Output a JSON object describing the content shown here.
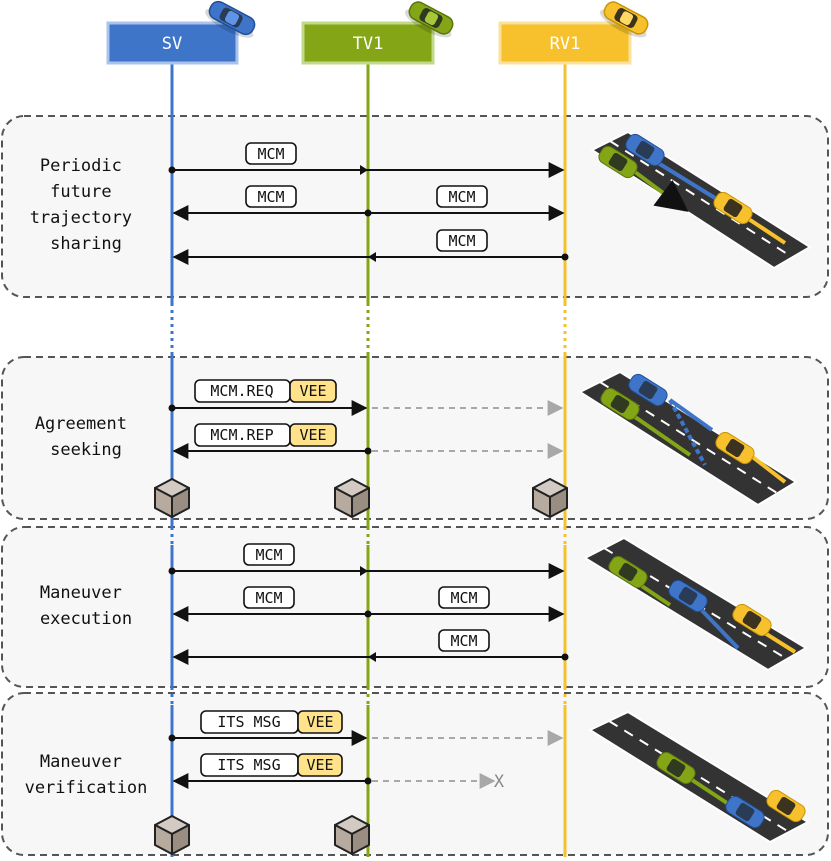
{
  "actors": [
    {
      "id": "sv",
      "label": "SV",
      "color": "#3f75c9"
    },
    {
      "id": "tv1",
      "label": "TV1",
      "color": "#84a516"
    },
    {
      "id": "rv1",
      "label": "RV1",
      "color": "#f6c12c"
    }
  ],
  "colors": {
    "vee_fill": "#ffe28a",
    "phase_border": "#555555",
    "phase_fill": "#f7f7f7",
    "failed_arrow": "#a8a8a8",
    "road": "#333333",
    "cube": "#b7aba0"
  },
  "phases": [
    {
      "name": "periodic-sharing",
      "label_lines": [
        "Periodic",
        "future",
        "trajectory",
        "sharing"
      ],
      "messages": [
        {
          "from": "sv",
          "to": "rv1",
          "label": "MCM",
          "vee": false
        },
        {
          "from": "tv1",
          "to": "sv",
          "label": "MCM",
          "vee": false
        },
        {
          "from": "tv1",
          "to": "rv1",
          "label": "MCM",
          "vee": false
        },
        {
          "from": "rv1",
          "to": "sv",
          "label": "MCM",
          "vee": false
        }
      ]
    },
    {
      "name": "agreement-seeking",
      "label_lines": [
        "Agreement",
        "seeking"
      ],
      "messages": [
        {
          "from": "sv",
          "to": "tv1",
          "label": "MCM.REQ",
          "vee": true,
          "continues_faded_to": "rv1"
        },
        {
          "from": "tv1",
          "to": "sv",
          "label": "MCM.REP",
          "vee": true,
          "continues_faded_to": "rv1"
        }
      ],
      "ledger_blocks": [
        "sv",
        "tv1",
        "rv1"
      ]
    },
    {
      "name": "maneuver-execution",
      "label_lines": [
        "Maneuver",
        "execution"
      ],
      "messages": [
        {
          "from": "sv",
          "to": "rv1",
          "label": "MCM",
          "vee": false
        },
        {
          "from": "tv1",
          "to": "sv",
          "label": "MCM",
          "vee": false
        },
        {
          "from": "tv1",
          "to": "rv1",
          "label": "MCM",
          "vee": false
        },
        {
          "from": "rv1",
          "to": "sv",
          "label": "MCM",
          "vee": false
        }
      ]
    },
    {
      "name": "maneuver-verification",
      "label_lines": [
        "Maneuver",
        "verification"
      ],
      "messages": [
        {
          "from": "sv",
          "to": "tv1",
          "label": "ITS MSG",
          "vee": true,
          "continues_faded_to": "rv1"
        },
        {
          "from": "tv1",
          "to": "sv",
          "label": "ITS MSG",
          "vee": true,
          "blocked": true
        }
      ],
      "ledger_blocks": [
        "sv",
        "tv1"
      ]
    }
  ],
  "vee_label": "VEE",
  "blocked_mark": "X"
}
